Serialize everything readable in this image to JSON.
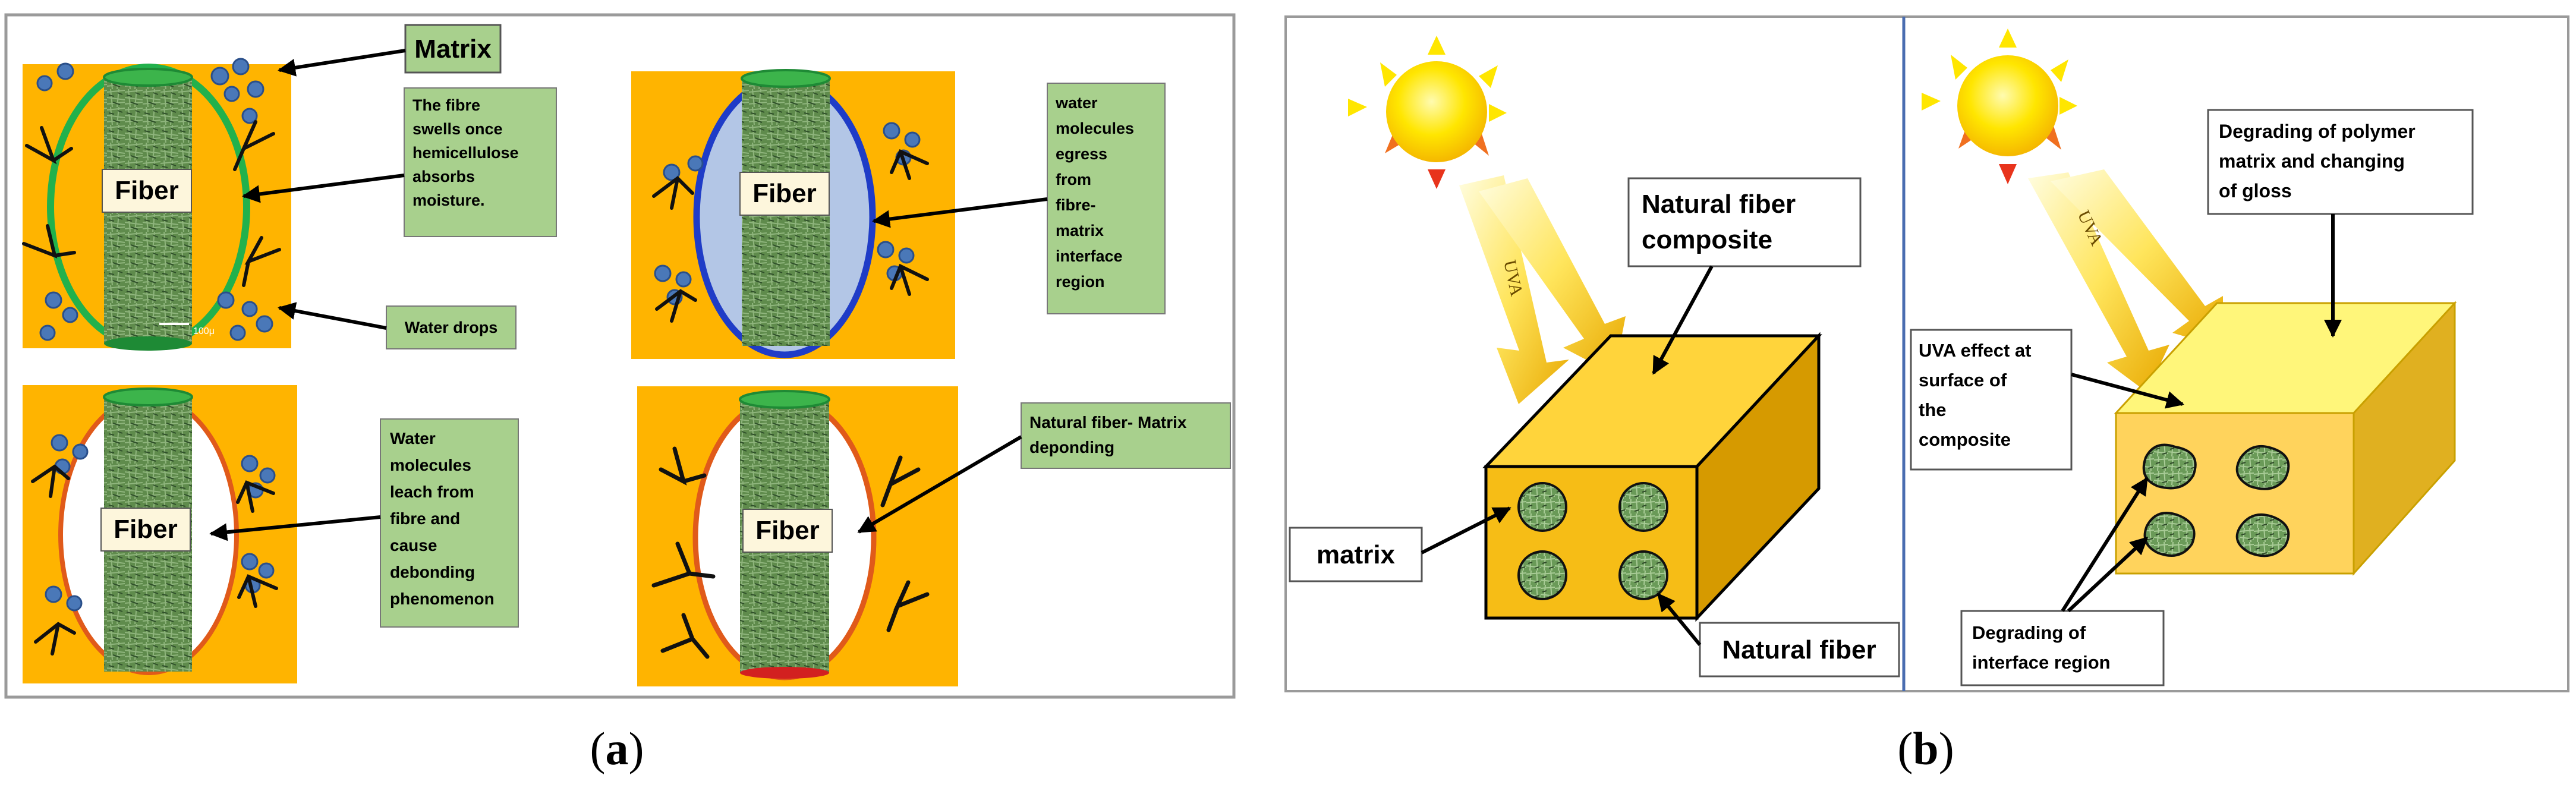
{
  "panel_a": {
    "caption_open": "(",
    "caption_letter": "a",
    "caption_close": ")",
    "labels": {
      "matrix": "Matrix",
      "swell": [
        "The fibre",
        "swells once",
        "hemicellulose",
        "absorbs",
        "moisture."
      ],
      "water_drops": "Water drops",
      "egress": [
        "water",
        "molecules",
        "egress",
        "from",
        "fibre-",
        "matrix",
        "interface",
        "region"
      ],
      "leach": [
        "Water",
        "molecules",
        "leach from",
        "fibre and",
        "cause",
        "debonding",
        "phenomenon"
      ],
      "debond": [
        "Natural fiber- Matrix",
        "deponding"
      ]
    },
    "fiber_label": "Fiber",
    "scale_text": "100μ"
  },
  "panel_b": {
    "caption_open": "(",
    "caption_letter": "b",
    "caption_close": ")",
    "uva_label": "UVA",
    "labels": {
      "composite": [
        "Natural fiber",
        "composite"
      ],
      "matrix": "matrix",
      "natural_fiber": "Natural fiber",
      "degrading_matrix": [
        "Degrading of polymer",
        "matrix and changing",
        "of gloss"
      ],
      "uva_effect": [
        "UVA effect at",
        "surface of",
        "the",
        "composite"
      ],
      "degrading_interface": [
        "Degrading of",
        "interface region"
      ]
    }
  },
  "colors": {
    "matrix_orange": "#ffb400",
    "label_green": "#a8d08d",
    "fiber_green": "#5f8b4c",
    "water_blue": "#4a78b8",
    "sun_yellow": "#ffe600",
    "sun_red": "#e8341c",
    "block_front": "#f6bd16",
    "block_top": "#ffd43b",
    "block_side": "#d69a00",
    "aged_top": "#fff67a",
    "aged_front": "#ffd35c"
  }
}
